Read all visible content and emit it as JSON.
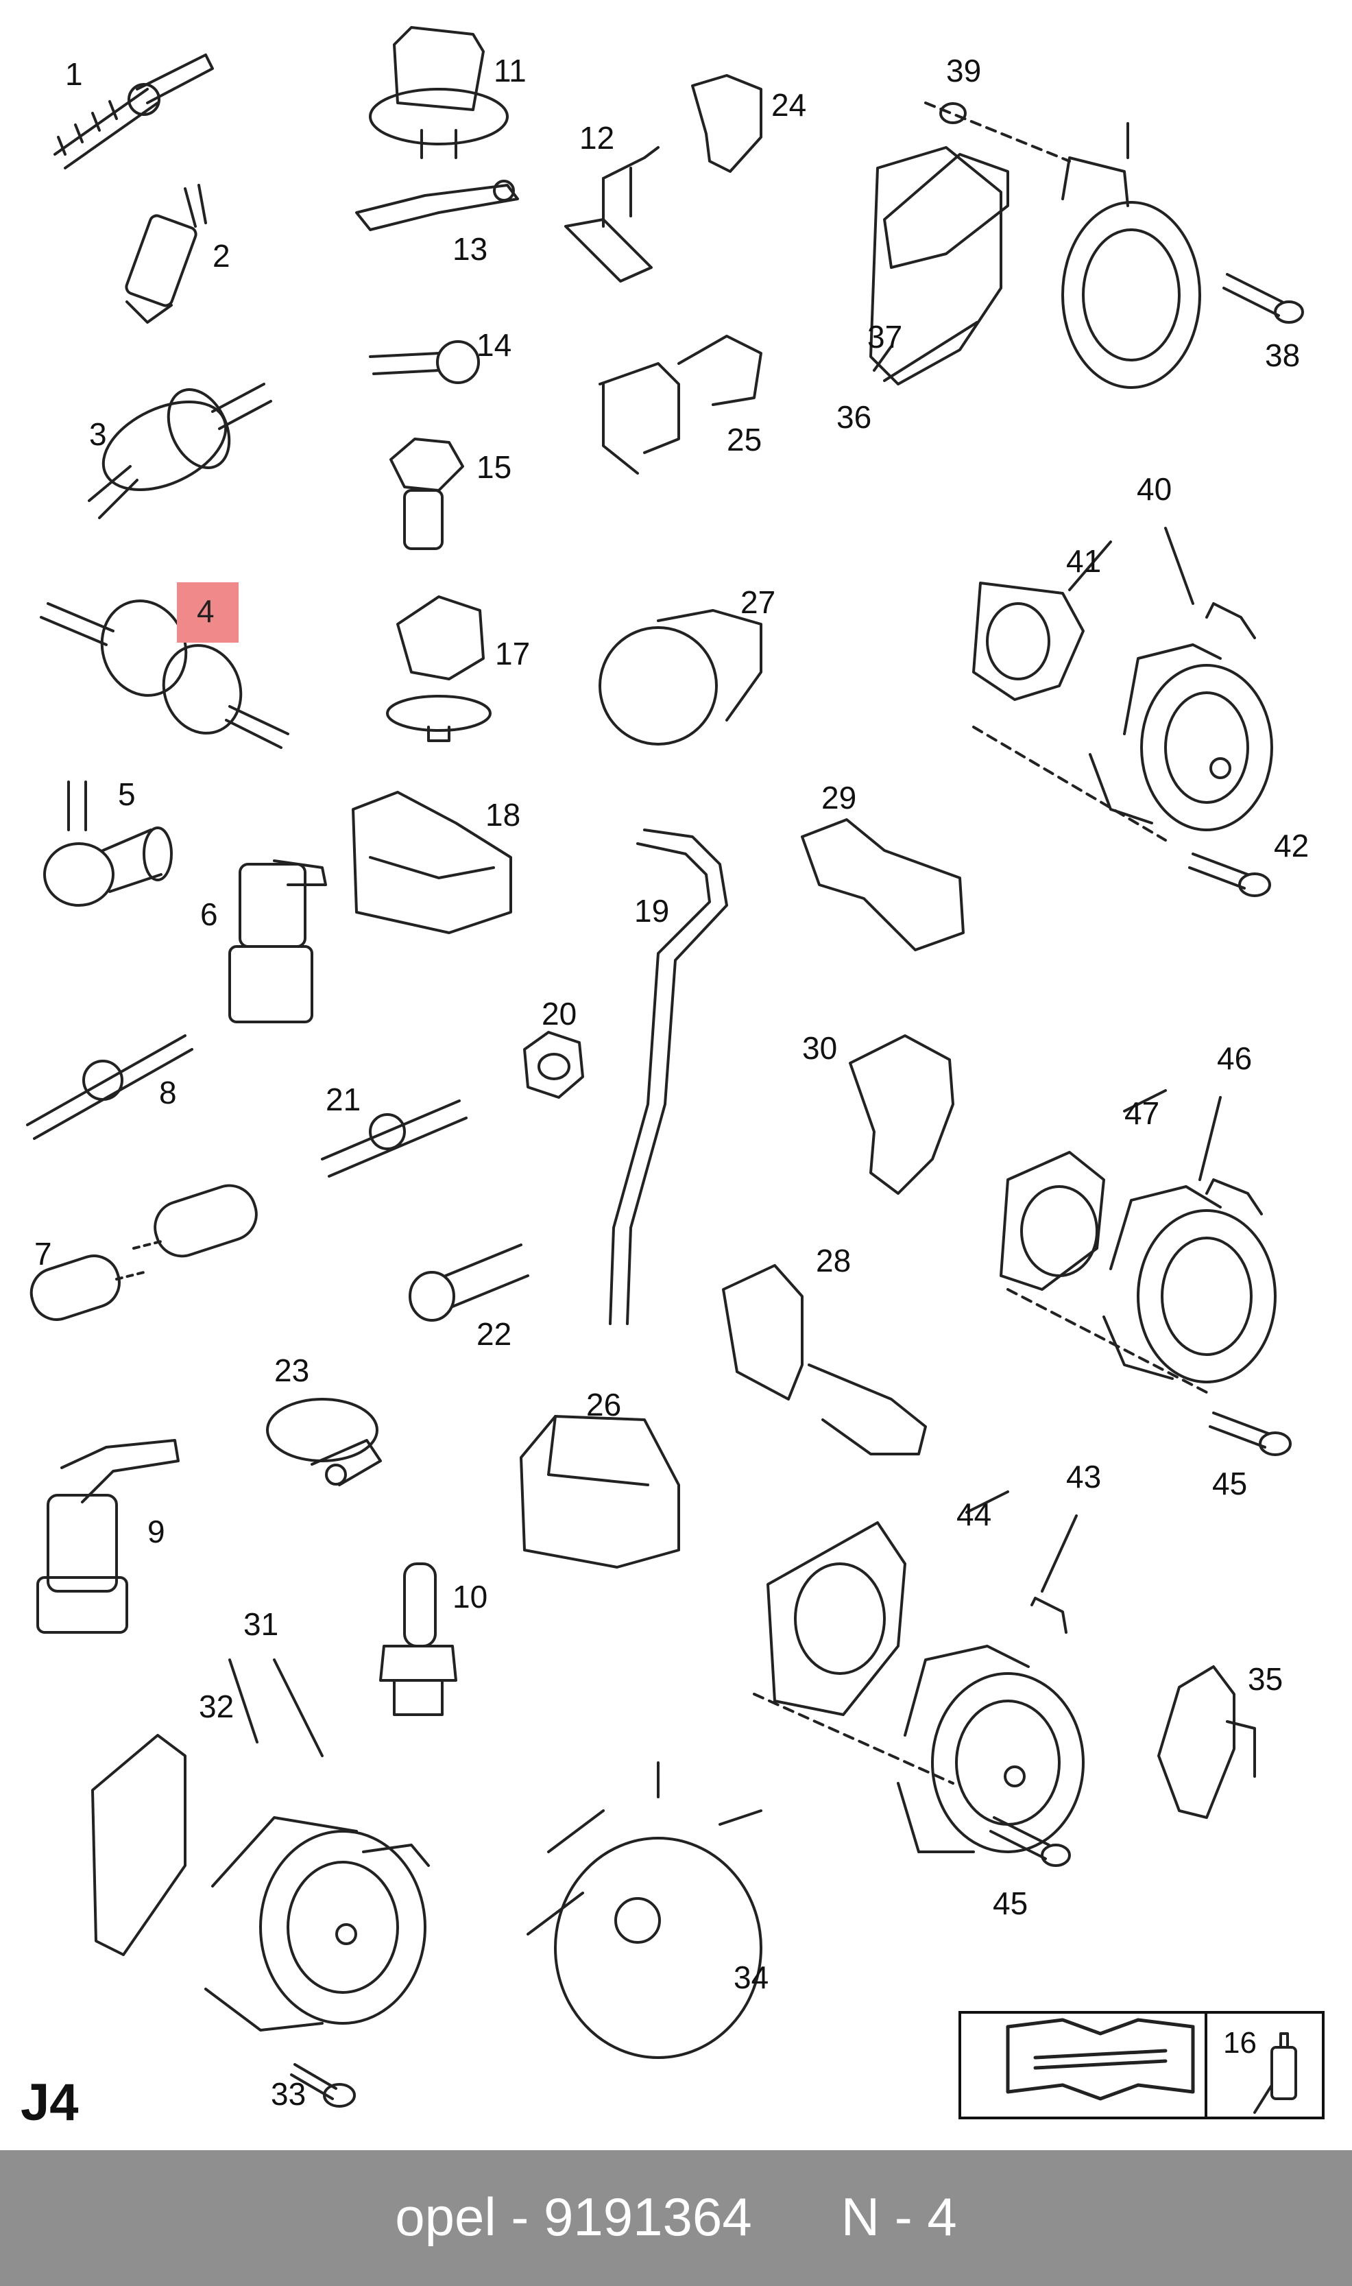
{
  "sheet_code": "J4",
  "footer_text": "opel - 9191364      N - 4",
  "highlight_label": "4",
  "service_box_ref": "16",
  "colors": {
    "highlight": "#f08a8a",
    "footer_bg": "#8f8f8f",
    "line": "#222222"
  },
  "callouts": [
    "1",
    "2",
    "3",
    "5",
    "6",
    "7",
    "8",
    "9",
    "10",
    "11",
    "12",
    "13",
    "14",
    "15",
    "17",
    "18",
    "19",
    "20",
    "21",
    "22",
    "23",
    "24",
    "25",
    "26",
    "27",
    "28",
    "29",
    "30",
    "31",
    "32",
    "33",
    "34",
    "35",
    "36",
    "37",
    "38",
    "39",
    "40",
    "41",
    "42",
    "43",
    "44",
    "45",
    "45",
    "46",
    "47"
  ]
}
